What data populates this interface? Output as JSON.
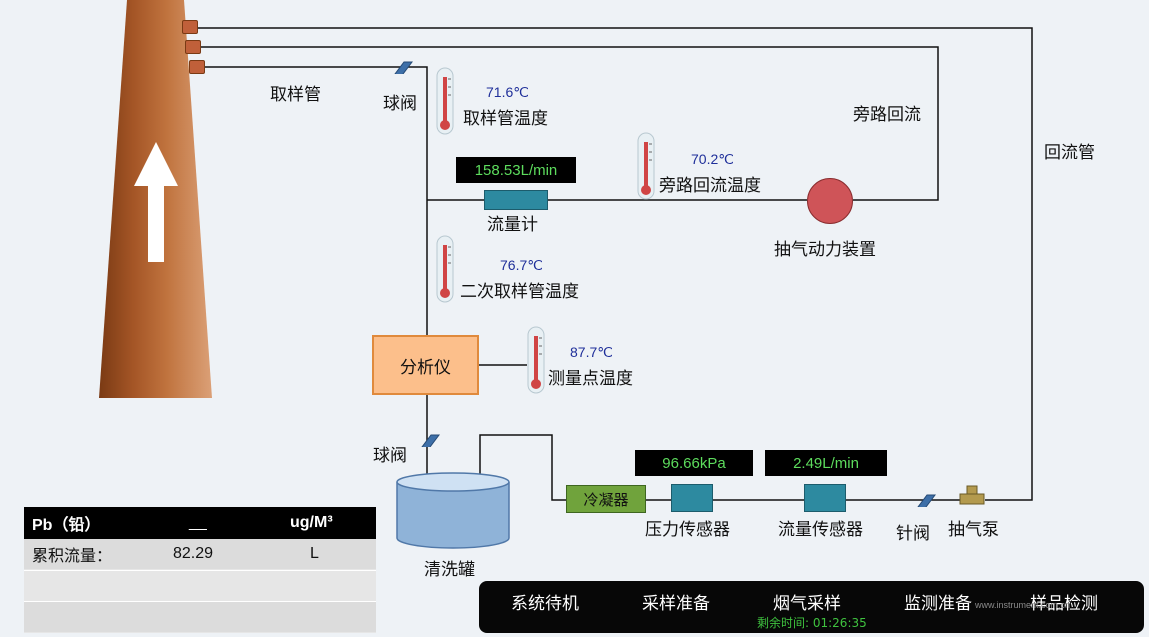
{
  "labels": {
    "sampling_pipe": "取样管",
    "ball_valve_top": "球阀",
    "ball_valve_bottom": "球阀",
    "bypass_return": "旁路回流",
    "return_pipe": "回流管",
    "flowmeter": "流量计",
    "suction_device": "抽气动力装置",
    "analyzer": "分析仪",
    "cleaning_tank": "清洗罐",
    "condenser": "冷凝器",
    "pressure_sensor": "压力传感器",
    "flow_sensor": "流量传感器",
    "needle_valve": "针阀",
    "suction_pump": "抽气泵"
  },
  "temperatures": [
    {
      "value": "71.6℃",
      "label": "取样管温度"
    },
    {
      "value": "70.2℃",
      "label": "旁路回流温度"
    },
    {
      "value": "76.7℃",
      "label": "二次取样管温度"
    },
    {
      "value": "87.7℃",
      "label": "测量点温度"
    }
  ],
  "displays": {
    "flowmeter": "158.53L/min",
    "pressure": "96.66kPa",
    "flow_sensor": "2.49L/min"
  },
  "info_table": {
    "header": {
      "name": "Pb（铅）",
      "value": "__",
      "unit": "ug/M³"
    },
    "rows": [
      {
        "name": "累积流量：",
        "value": "82.29",
        "unit": "L"
      },
      {
        "name": "",
        "value": "",
        "unit": ""
      },
      {
        "name": "",
        "value": "",
        "unit": ""
      }
    ]
  },
  "status_bar": {
    "stages": [
      "系统待机",
      "采样准备",
      "烟气采样",
      "监测准备",
      "样品检测"
    ],
    "remaining": "剩余时间: 01:26:35"
  },
  "watermark": "www.instrument.com.cn",
  "colors": {
    "background": "#eef2f6",
    "display_text": "#5ddc5d",
    "temperature_text": "#1f2f9a",
    "analyzer_fill": "#fcbf8b",
    "condenser_fill": "#70a33c",
    "sensor_fill": "#2d8aa0",
    "motor_fill": "#cf5458"
  }
}
